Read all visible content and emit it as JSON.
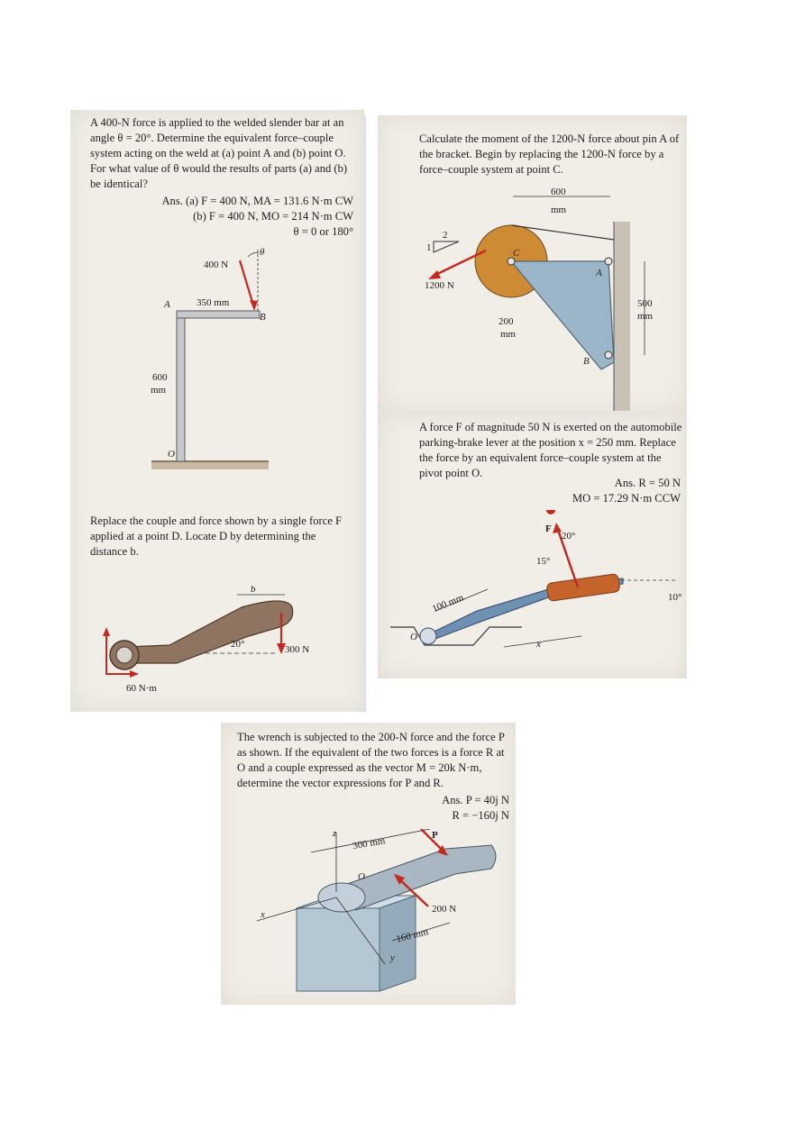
{
  "problem_a": {
    "text": "A 400-N force is applied to the welded slender bar at an angle θ = 20°. Determine the equivalent force–couple system acting on the weld at (a) point A and (b) point O. For what value of θ would the results of parts (a) and (b) be identical?",
    "answer_1": "Ans. (a) F = 400 N, MA = 131.6 N·m CW",
    "answer_2": "(b) F = 400 N, MO = 214 N·m CW",
    "answer_3": "θ = 0 or 180°",
    "fig": {
      "force": "400 N",
      "theta": "θ",
      "point_a": "A",
      "point_b": "B",
      "point_o": "O",
      "len_h": "350 mm",
      "len_v_1": "600",
      "len_v_2": "mm"
    }
  },
  "problem_b": {
    "text": "Calculate the moment of the 1200-N force about pin A of the bracket. Begin by replacing the 1200-N force by a force–couple system at point C.",
    "fig": {
      "dim_top_1": "600",
      "dim_top_2": "mm",
      "force": "1200 N",
      "slope_1": "1",
      "slope_2": "2",
      "point_c": "C",
      "point_a": "A",
      "point_b": "B",
      "dim_r_1": "500",
      "dim_r_2": "mm",
      "dim_b_1": "200",
      "dim_b_2": "mm"
    }
  },
  "problem_c": {
    "text": "Replace the couple and force shown by a single force F applied at a point D. Locate D by determining the distance b.",
    "fig": {
      "dist": "b",
      "angle": "20°",
      "force": "300 N",
      "couple": "60 N·m"
    }
  },
  "problem_d": {
    "text": "A force F of magnitude 50 N is exerted on the automobile parking-brake lever at the position x = 250 mm. Replace the force by an equivalent force–couple system at the pivot point O.",
    "answer_1": "Ans. R = 50 N",
    "answer_2": "MO = 17.29 N·m CCW",
    "fig": {
      "force": "F",
      "angle_f": "20°",
      "angle_l": "15°",
      "len": "100 mm",
      "point_o": "O",
      "dist": "x",
      "angle_r": "10°"
    }
  },
  "problem_e": {
    "text": "The wrench is subjected to the 200-N force and the force P as shown. If the equivalent of the two forces is a force R at O and a couple expressed as the vector M = 20k N·m, determine the vector expressions for P and R.",
    "answer_1": "Ans. P = 40j N",
    "answer_2": "R = −160j N",
    "fig": {
      "len_1": "300 mm",
      "force_p": "P",
      "axis_z": "z",
      "point_o": "O",
      "axis_x": "x",
      "force": "200 N",
      "len_2": "160 mm",
      "axis_y": "y"
    }
  },
  "colors": {
    "force_red": "#c42a1f",
    "bracket_blue": "#9cb6c9",
    "pulley_orange": "#cf8a34",
    "lever_blue": "#6f8fb3",
    "grip_orange": "#c4642c"
  }
}
